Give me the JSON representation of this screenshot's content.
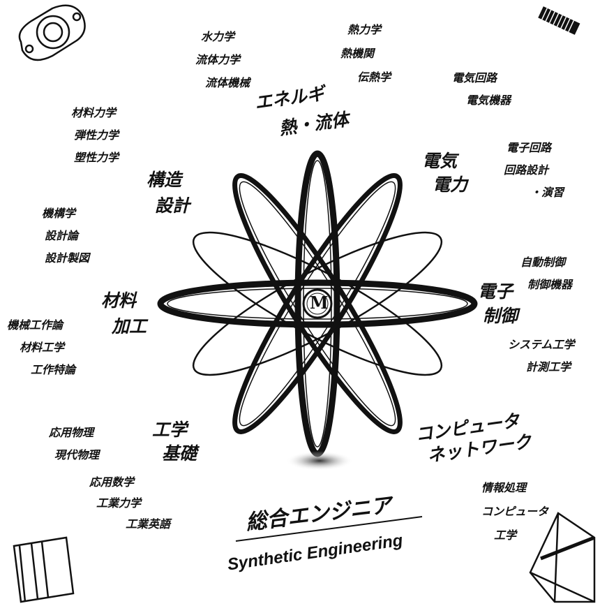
{
  "categories": {
    "energy": [
      "エネルギ",
      "熱・流体"
    ],
    "electric": [
      "電気",
      "電力"
    ],
    "structure": [
      "構造",
      "設計"
    ],
    "electronics": [
      "電子",
      "制御"
    ],
    "materials": [
      "材料",
      "加工"
    ],
    "computer": [
      "コンピュータ",
      "ネットワーク"
    ],
    "basics": [
      "工学",
      "基礎"
    ]
  },
  "subjects": {
    "fluid": [
      "水力学",
      "流体力学",
      "流体機械"
    ],
    "thermo": [
      "熱力学",
      "熱機関",
      "伝熱学"
    ],
    "circuits": [
      "電気回路",
      "電気機器"
    ],
    "mechanics": [
      "材料力学",
      "弾性力学",
      "塑性力学"
    ],
    "electronic_circuits": [
      "電子回路",
      "回路設計",
      "・演習"
    ],
    "mechanism": [
      "機構学",
      "設計論",
      "設計製図"
    ],
    "control": [
      "自動制御",
      "制御機器"
    ],
    "manufacturing": [
      "機械工作論",
      "材料工学",
      "工作特論"
    ],
    "systems": [
      "システム工学",
      "計測工学"
    ],
    "physics": [
      "応用物理",
      "現代物理"
    ],
    "math": [
      "応用数学",
      "工業力学",
      "工業英語"
    ],
    "information": [
      "情報処理",
      "コンピュータ",
      "工学"
    ]
  },
  "nucleus_label": "M",
  "title": {
    "japanese": "総合エンジニア",
    "english": "Synthetic Engineering"
  }
}
